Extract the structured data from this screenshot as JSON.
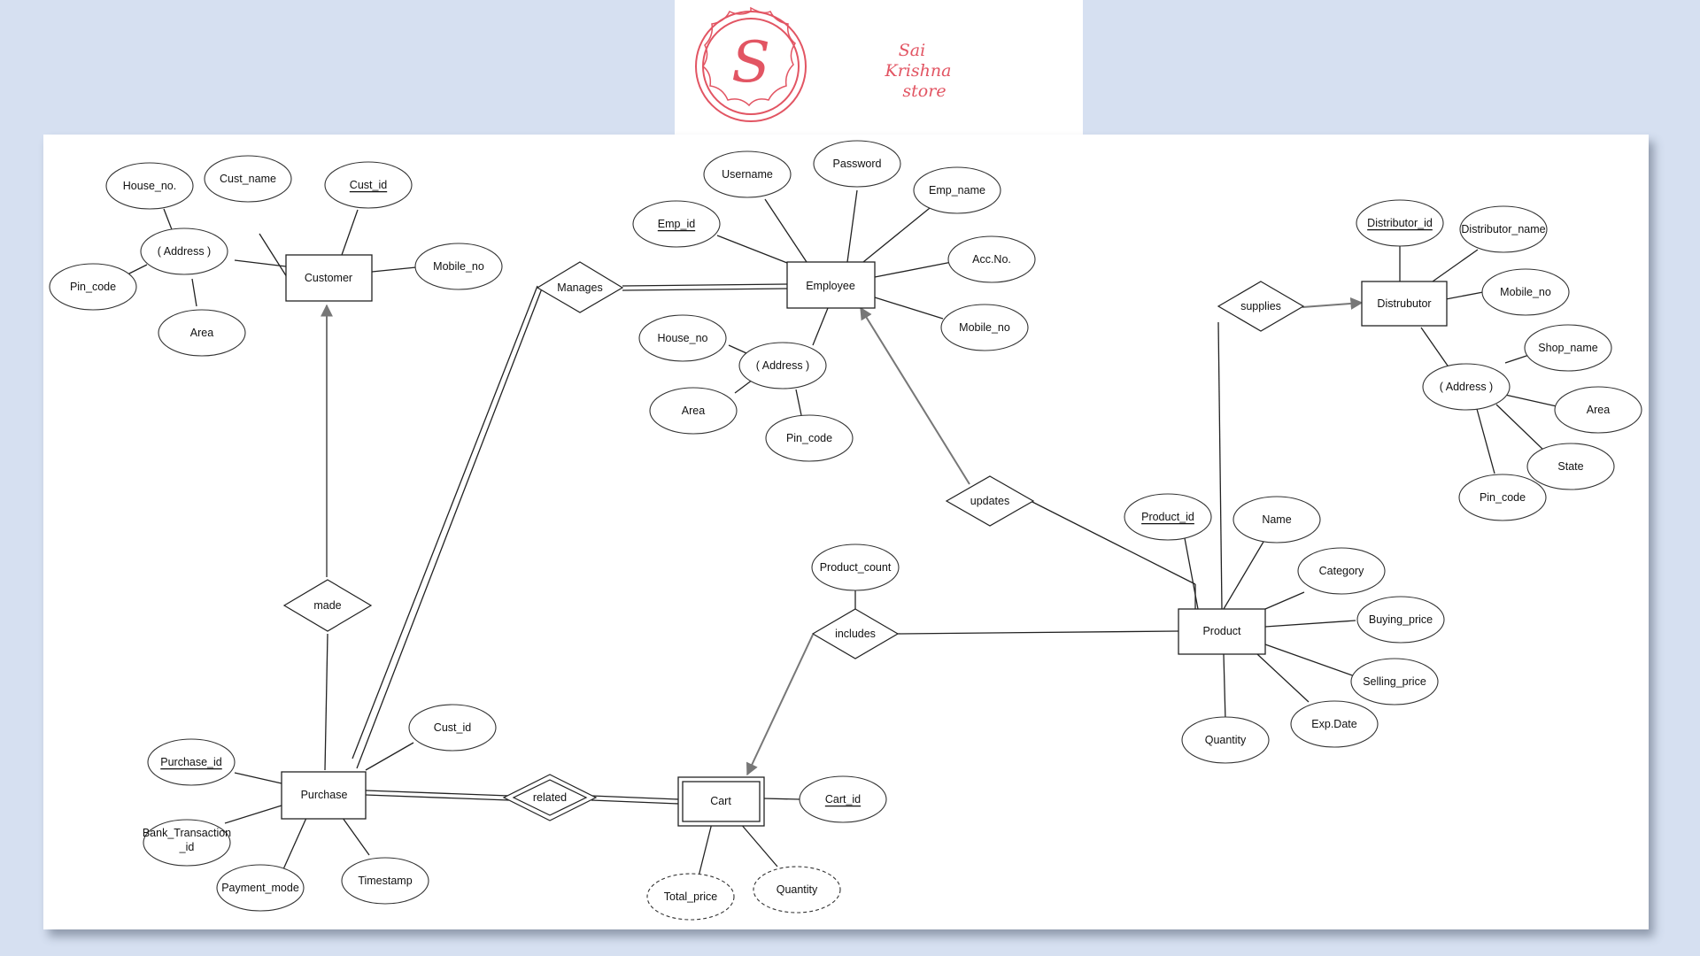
{
  "logo": {
    "monogram": "S",
    "text_lines": [
      "Sai",
      "Krishna",
      "store"
    ],
    "color": "#e25563"
  },
  "entities": {
    "customer": "Customer",
    "employee": "Employee",
    "distributor": "Distrubutor",
    "product": "Product",
    "purchase": "Purchase",
    "cart": "Cart"
  },
  "relationships": {
    "manages": "Manages",
    "supplies": "supplies",
    "updates": "updates",
    "includes": "includes",
    "made": "made",
    "related": "related"
  },
  "attributes": {
    "customer": {
      "house_no": "House_no.",
      "cust_name": "Cust_name",
      "cust_id": "Cust_id",
      "address": "( Address )",
      "pin_code": "Pin_code",
      "area": "Area",
      "mobile_no": "Mobile_no"
    },
    "employee": {
      "username": "Username",
      "password": "Password",
      "emp_name": "Emp_name",
      "emp_id": "Emp_id",
      "acc_no": "Acc.No.",
      "mobile_no": "Mobile_no",
      "address": "( Address )",
      "house_no": "House_no",
      "area": "Area",
      "pin_code": "Pin_code"
    },
    "distributor": {
      "distributor_id": "Distributor_id",
      "distributor_name": "Distributor_name",
      "mobile_no": "Mobile_no",
      "address": "( Address )",
      "shop_name": "Shop_name",
      "area": "Area",
      "state": "State",
      "pin_code": "Pin_code"
    },
    "product": {
      "product_id": "Product_id",
      "name": "Name",
      "category": "Category",
      "buying_price": "Buying_price",
      "selling_price": "Selling_price",
      "exp_date": "Exp.Date",
      "quantity": "Quantity"
    },
    "includes": {
      "product_count": "Product_count"
    },
    "purchase": {
      "purchase_id": "Purchase_id",
      "cust_id": "Cust_id",
      "bank_transaction_line1": "Bank_Transaction",
      "bank_transaction_line2": "_id",
      "payment_mode": "Payment_mode",
      "timestamp": "Timestamp"
    },
    "cart": {
      "cart_id": "Cart_id",
      "total_price": "Total_price",
      "quantity": "Quantity"
    }
  }
}
